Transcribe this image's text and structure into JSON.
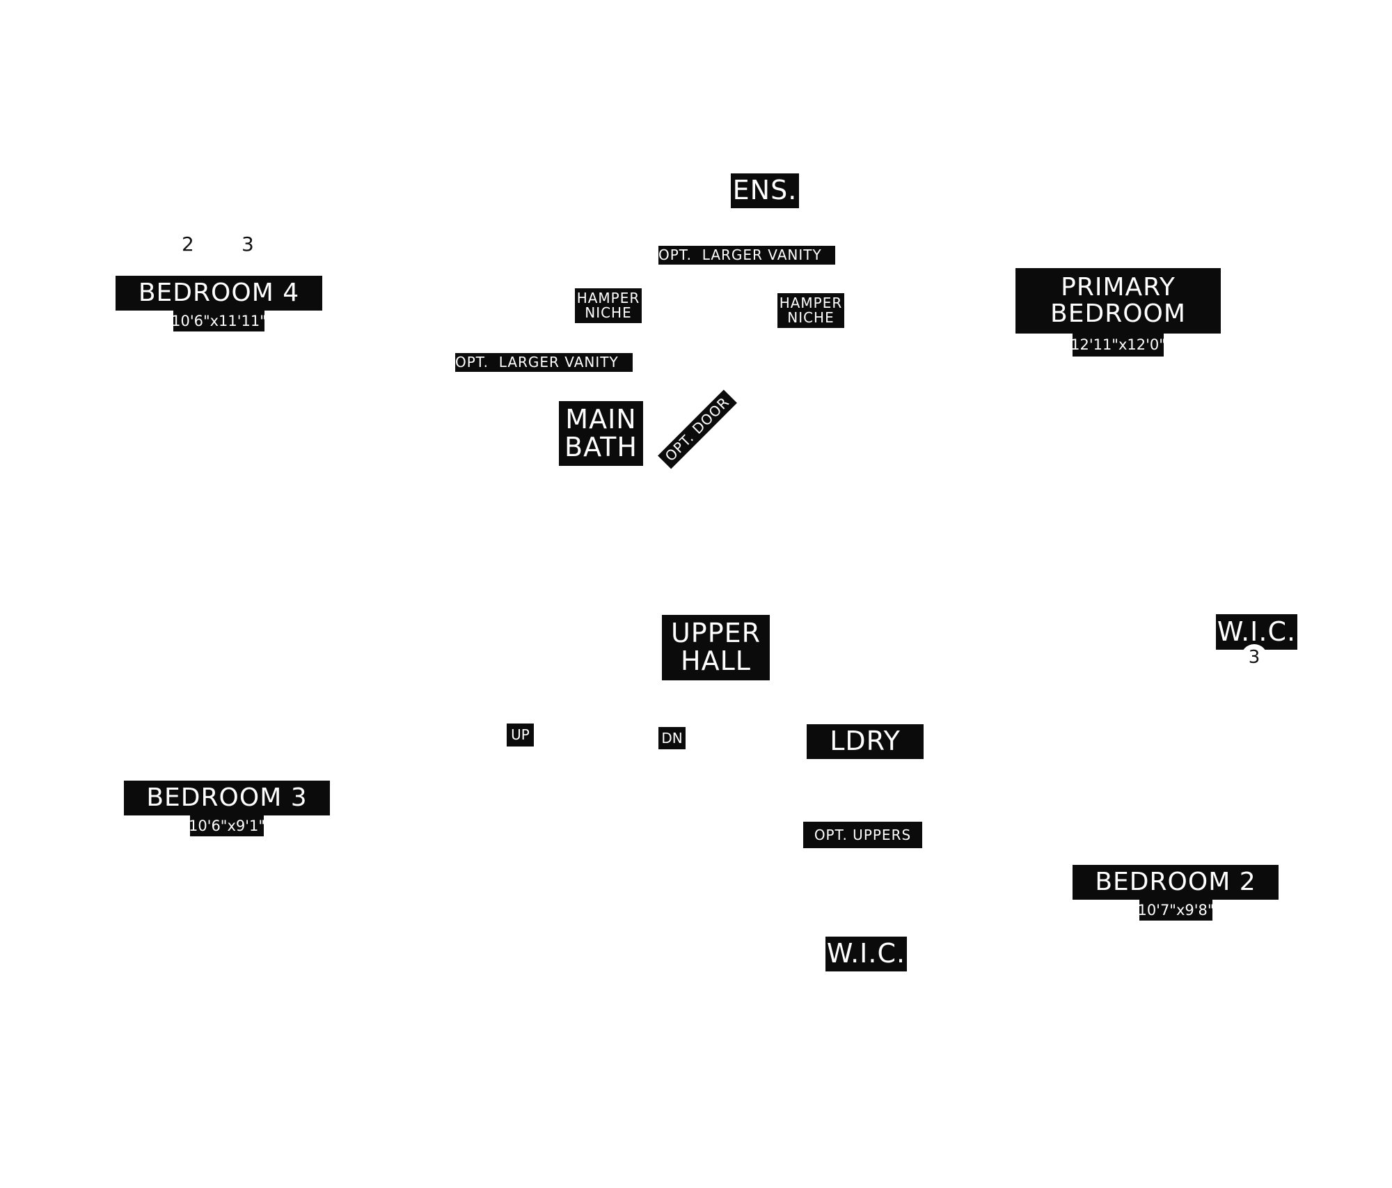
{
  "floorplan": {
    "ens": "ENS.",
    "opt_larger_vanity_top": "OPT.  LARGER VANITY",
    "hamper_niche_left": "HAMPER\nNICHE",
    "hamper_niche_right": "HAMPER\nNICHE",
    "opt_larger_vanity_left": "OPT.  LARGER VANITY",
    "main_bath": "MAIN\nBATH",
    "opt_door": "OPT. DOOR",
    "bedroom4": {
      "name": "BEDROOM 4",
      "size": "10'6\"x11'11\""
    },
    "primary_bedroom": {
      "name": "PRIMARY\nBEDROOM",
      "size": "12'11\"x12'0\""
    },
    "upper_hall": "UPPER\nHALL",
    "wic_right": "W.I.C.",
    "wic_bottom": "W.I.C.",
    "up": "UP",
    "dn": "DN",
    "ldry": "LDRY",
    "opt_uppers": "OPT. UPPERS",
    "bedroom3": {
      "name": "BEDROOM 3",
      "size": "10'6\"x9'1\""
    },
    "bedroom2": {
      "name": "BEDROOM 2",
      "size": "10'7\"x9'8\""
    },
    "marker_2": "2",
    "marker_3_top": "3",
    "marker_3_right": "3"
  }
}
